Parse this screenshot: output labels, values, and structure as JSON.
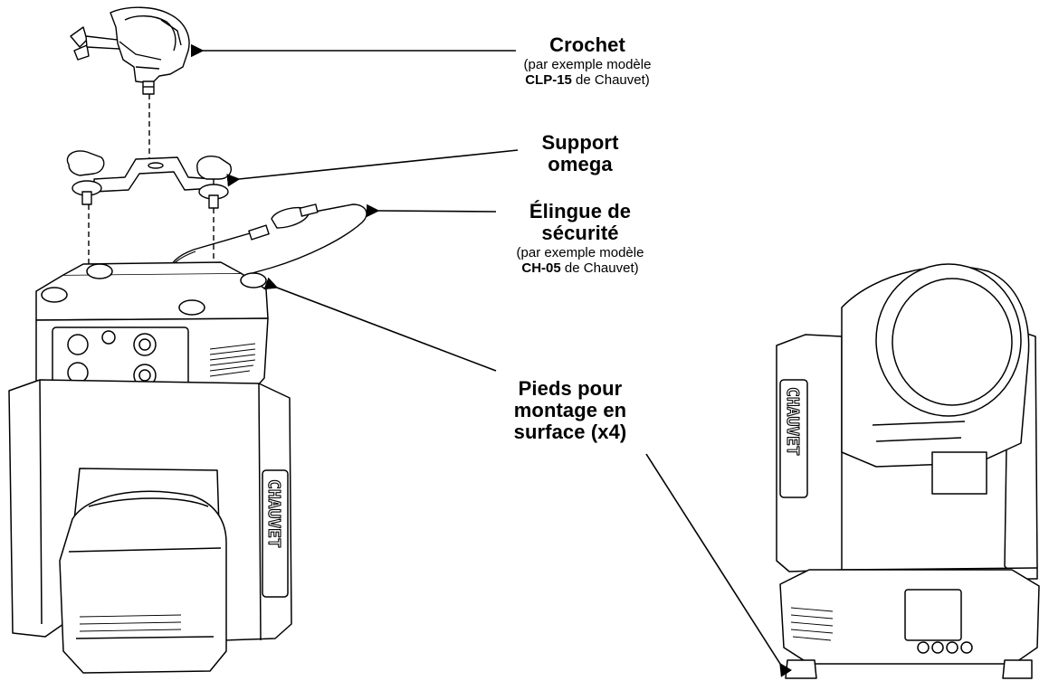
{
  "labels": {
    "crochet": {
      "title": "Crochet",
      "sub_prefix": "(par exemple modèle",
      "sub_model": "CLP-15",
      "sub_suffix": " de Chauvet)"
    },
    "support": {
      "title_line1": "Support",
      "title_line2": "omega"
    },
    "elingue": {
      "title_line1": "Élingue de",
      "title_line2": "sécurité",
      "sub_prefix": "(par exemple modèle",
      "sub_model": "CH-05",
      "sub_suffix": " de Chauvet)"
    },
    "pieds": {
      "title_line1": "Pieds pour",
      "title_line2": "montage en",
      "title_line3": "surface (x4)"
    }
  },
  "logo_text": "CHAUVET"
}
